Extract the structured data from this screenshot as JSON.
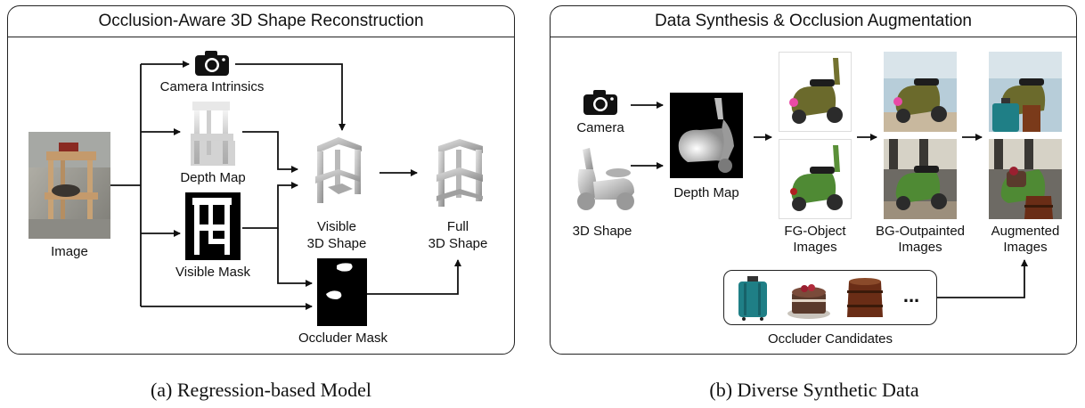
{
  "panel_a": {
    "title": "Occlusion-Aware 3D Shape Reconstruction",
    "labels": {
      "image": "Image",
      "camera": "Camera Intrinsics",
      "depth": "Depth Map",
      "visible_mask": "Visible Mask",
      "occluder_mask": "Occluder Mask",
      "visible_shape_1": "Visible",
      "visible_shape_2": "3D Shape",
      "full_shape_1": "Full",
      "full_shape_2": "3D Shape"
    },
    "caption": "(a) Regression-based Model"
  },
  "panel_b": {
    "title": "Data Synthesis & Occlusion Augmentation",
    "labels": {
      "camera": "Camera",
      "shape": "3D Shape",
      "depth": "Depth Map",
      "fg_1": "FG-Object",
      "fg_2": "Images",
      "bg_1": "BG-Outpainted",
      "bg_2": "Images",
      "aug_1": "Augmented",
      "aug_2": "Images",
      "occluders": "Occluder Candidates",
      "ellipsis": "..."
    },
    "caption": "(b) Diverse Synthetic Data"
  },
  "icons": [
    "camera-icon",
    "camera-icon",
    "arrow-icon"
  ]
}
